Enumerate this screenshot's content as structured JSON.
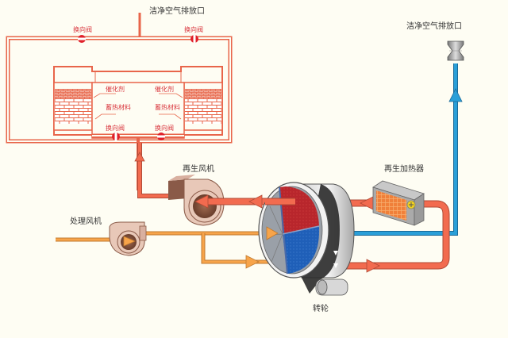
{
  "labels": {
    "clean_air_outlet_top": "洁净空气排放口",
    "clean_air_outlet_right": "洁净空气排放口",
    "reversing_valve": "换向阀",
    "catalyst": "催化剂",
    "heat_storage_material": "蓄热材料",
    "regen_fan": "再生风机",
    "process_fan": "处理风机",
    "regen_heater": "再生加热器",
    "rotor": "转轮"
  },
  "colors": {
    "background": "#fefdf3",
    "hot_pipe": "#f26b4f",
    "process_pipe": "#f7a44a",
    "clean_pipe": "#2a9fd8",
    "chamber_line": "#e8654a",
    "valve_red": "#e0202a",
    "rotor_red": "#b8262c",
    "rotor_blue": "#1f5fb8",
    "heater_core": "#f0803a"
  }
}
